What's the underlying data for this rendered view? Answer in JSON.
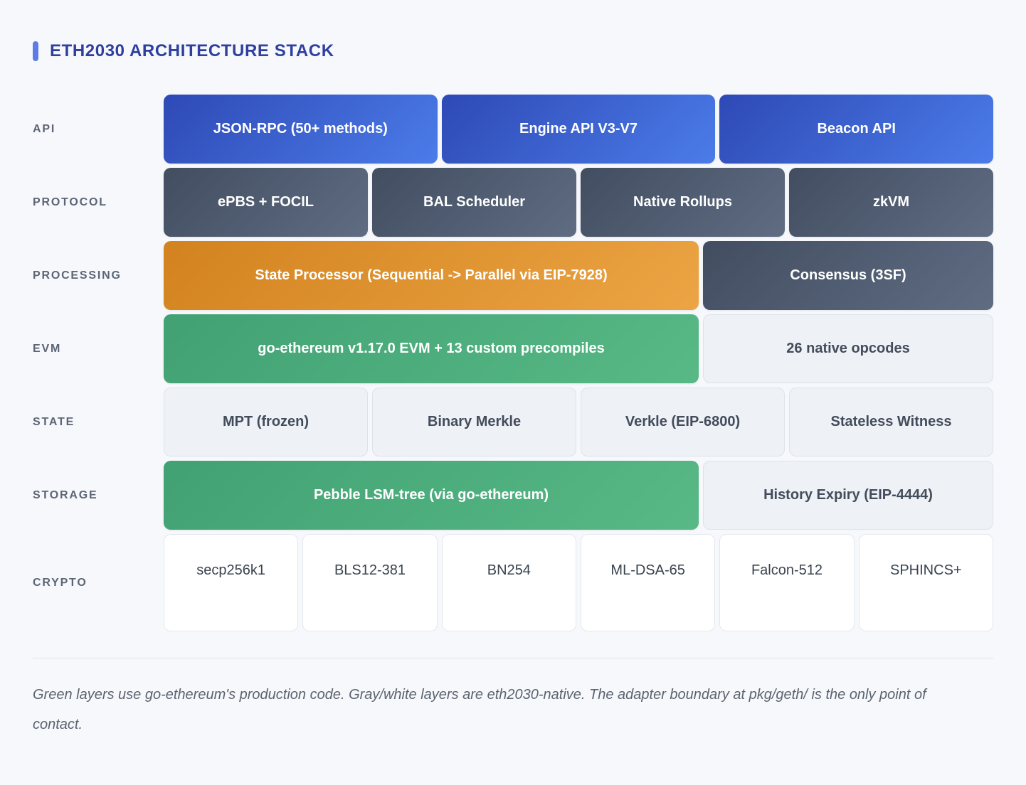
{
  "title": "ETH2030 ARCHITECTURE STACK",
  "colors": {
    "accent": "#5b7ce8",
    "title": "#2e3f9e",
    "blue_start": "#2e49b5",
    "blue_end": "#4b7ce9",
    "slate_start": "#424d60",
    "slate_end": "#5f6c82",
    "orange_start": "#d2831f",
    "orange_end": "#eca444",
    "green_start": "#41a173",
    "green_end": "#58b986"
  },
  "rows": [
    {
      "label": "API",
      "boxes": [
        {
          "text": "JSON-RPC (50+ methods)"
        },
        {
          "text": "Engine API V3-V7"
        },
        {
          "text": "Beacon API"
        }
      ]
    },
    {
      "label": "PROTOCOL",
      "boxes": [
        {
          "text": "ePBS + FOCIL"
        },
        {
          "text": "BAL Scheduler"
        },
        {
          "text": "Native Rollups"
        },
        {
          "text": "zkVM"
        }
      ]
    },
    {
      "label": "PROCESSING",
      "boxes": [
        {
          "text": "State Processor (Sequential -> Parallel via EIP-7928)"
        },
        {
          "text": "Consensus (3SF)"
        }
      ]
    },
    {
      "label": "EVM",
      "boxes": [
        {
          "text": "go-ethereum v1.17.0 EVM + 13 custom precompiles"
        },
        {
          "text": "26 native opcodes"
        }
      ]
    },
    {
      "label": "STATE",
      "boxes": [
        {
          "text": "MPT (frozen)"
        },
        {
          "text": "Binary Merkle"
        },
        {
          "text": "Verkle (EIP-6800)"
        },
        {
          "text": "Stateless Witness"
        }
      ]
    },
    {
      "label": "STORAGE",
      "boxes": [
        {
          "text": "Pebble LSM-tree (via go-ethereum)"
        },
        {
          "text": "History Expiry (EIP-4444)"
        }
      ]
    },
    {
      "label": "CRYPTO",
      "boxes": [
        {
          "text": "secp256k1"
        },
        {
          "text": "BLS12-381"
        },
        {
          "text": "BN254"
        },
        {
          "text": "ML-DSA-65"
        },
        {
          "text": "Falcon-512"
        },
        {
          "text": "SPHINCS+"
        }
      ]
    }
  ],
  "footer": {
    "note": "Green layers use go-ethereum's production code. Gray/white layers are eth2030-native. The adapter boundary at pkg/geth/ is the only point of contact."
  }
}
